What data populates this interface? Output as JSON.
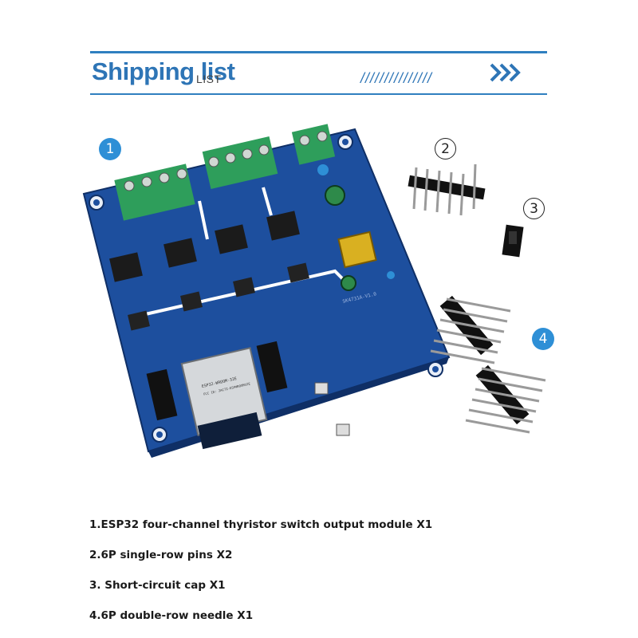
{
  "header": {
    "title": "Shipping list",
    "subtitle": "LIST",
    "hatch": "///////////////"
  },
  "badges": [
    "1",
    "2",
    "3",
    "4"
  ],
  "board": {
    "chip_label_1": "ESP32-WROOM-32E",
    "chip_label_2": "FCC ID: 2AC7Z-ESPWROOM32E",
    "silkscreen": "SK4731A-V1.0"
  },
  "items": [
    "1.ESP32 four-channel thyristor switch output module X1",
    "2.6P single-row pins X2",
    "3. Short-circuit cap X1",
    "4.6P double-row needle X1"
  ],
  "colors": {
    "accent": "#2e75b6",
    "pcb": "#1d4f9e",
    "terminal": "#2e9e5b"
  }
}
